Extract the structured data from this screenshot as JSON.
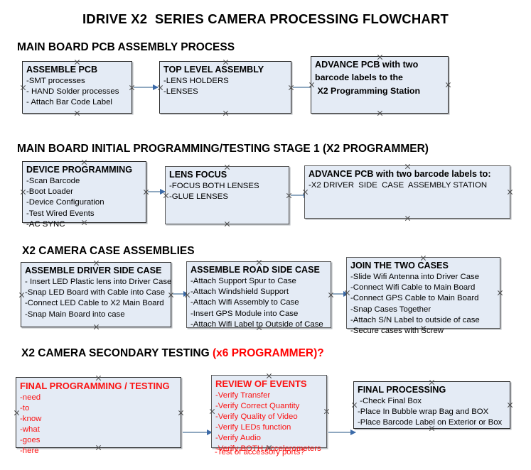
{
  "document": {
    "title": "IDRIVE X2  SERIES CAMERA PROCESSING FLOWCHART",
    "accent_color": "#ff0000",
    "box_fill": "#e4ebf5",
    "box_border": "#2b2b2b",
    "arrow_color": "#8fa8c0",
    "arrowhead_color": "#3b6aa8"
  },
  "sections": [
    {
      "heading": "MAIN BOARD PCB ASSEMBLY PROCESS",
      "heading_accent": "",
      "nodes": [
        {
          "title": "ASSEMBLE PCB",
          "lines": [
            "-SMT processes",
            "- HAND Solder processes",
            "- Attach Bar Code Label"
          ]
        },
        {
          "title": "TOP LEVEL ASSEMBLY",
          "lines": [
            "-LENS HOLDERS",
            "-LENSES"
          ]
        },
        {
          "title": "ADVANCE PCB with two",
          "lines": [
            "barcode labels to the",
            " X2 Programming Station"
          ]
        }
      ]
    },
    {
      "heading": "MAIN BOARD INITIAL PROGRAMMING/TESTING STAGE 1 (X2 PROGRAMMER)",
      "heading_accent": "",
      "nodes": [
        {
          "title": "DEVICE PROGRAMMING",
          "lines": [
            "-Scan Barcode",
            "-Boot Loader",
            "-Device Configuration",
            "-Test Wired Events",
            "-AC SYNC"
          ]
        },
        {
          "title": "LENS FOCUS",
          "lines": [
            "-FOCUS BOTH LENSES",
            "-GLUE LENSES"
          ]
        },
        {
          "title": "ADVANCE PCB with two barcode labels to:",
          "lines": [
            "-X2 DRIVER  SIDE  CASE  ASSEMBLY STATION"
          ]
        }
      ]
    },
    {
      "heading": "X2 CAMERA CASE ASSEMBLIES",
      "heading_accent": "",
      "nodes": [
        {
          "title": "ASSEMBLE DRIVER SIDE CASE",
          "lines": [
            "- Insert LED Plastic lens into Driver Case",
            "-Snap LED Board with Cable into Case",
            "-Connect LED Cable to X2 Main Board",
            "-Snap Main Board into case"
          ]
        },
        {
          "title": "ASSEMBLE ROAD SIDE CASE",
          "lines": [
            "-Attach Support Spur to Case",
            "-Attach Windshield Support",
            "-Attach Wifi Assembly to Case",
            "-Insert GPS Module into Case",
            "-Attach Wifi Label to Outside of Case"
          ]
        },
        {
          "title": "JOIN THE TWO CASES",
          "lines": [
            "-Slide Wifi Antenna into Driver Case",
            "-Connect Wifi Cable to Main Board",
            "-Connect GPS Cable to Main Board",
            "-Snap Cases Together",
            "-Attach S/N Label to outside of case",
            "-Secure cases with Screw"
          ]
        }
      ]
    },
    {
      "heading": "X2 CAMERA SECONDARY TESTING ",
      "heading_accent": "(x6 PROGRAMMER)?",
      "nodes": [
        {
          "title": "FINAL PROGRAMMING / TESTING",
          "lines": [
            "-need",
            "-to",
            "-know",
            "-what",
            "-goes",
            "-here"
          ]
        },
        {
          "title": "REVIEW OF EVENTS",
          "lines": [
            "-Verify Transfer",
            "-Verify Correct Quantity",
            "-Verify Quality of Video",
            "-Verify LEDs function",
            "-Verify Audio",
            "-Verify BOTH Accelerometers"
          ],
          "overflow_line": "-Test of accessory ports?"
        },
        {
          "title": "FINAL PROCESSING",
          "lines": [
            " -Check Final Box",
            "-Place In Bubble wrap Bag and BOX",
            "-Place Barcode Label on Exterior or Box"
          ]
        }
      ]
    }
  ]
}
